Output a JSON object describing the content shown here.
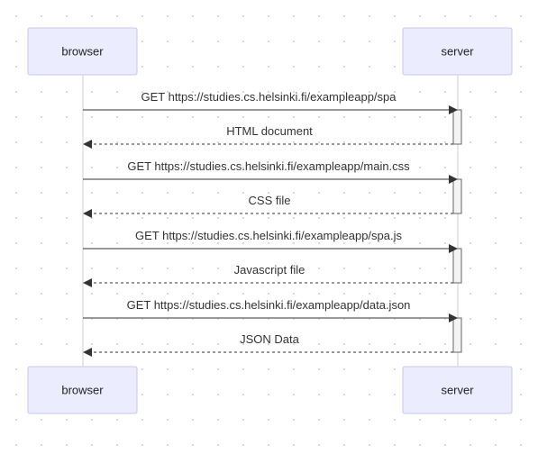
{
  "participants": {
    "left": "browser",
    "right": "server"
  },
  "messages": [
    {
      "text": "GET https://studies.cs.helsinki.fi/exampleapp/spa",
      "direction": "to-server",
      "style": "solid"
    },
    {
      "text": "HTML document",
      "direction": "to-browser",
      "style": "dashed"
    },
    {
      "text": "GET https://studies.cs.helsinki.fi/exampleapp/main.css",
      "direction": "to-server",
      "style": "solid"
    },
    {
      "text": "CSS file",
      "direction": "to-browser",
      "style": "dashed"
    },
    {
      "text": "GET https://studies.cs.helsinki.fi/exampleapp/spa.js",
      "direction": "to-server",
      "style": "solid"
    },
    {
      "text": "Javascript file",
      "direction": "to-browser",
      "style": "dashed"
    },
    {
      "text": "GET https://studies.cs.helsinki.fi/exampleapp/data.json",
      "direction": "to-server",
      "style": "solid"
    },
    {
      "text": "JSON Data",
      "direction": "to-browser",
      "style": "dashed"
    }
  ],
  "colors": {
    "actor_fill": "#ececff",
    "actor_border": "#c7c7ef",
    "line": "#333333"
  }
}
